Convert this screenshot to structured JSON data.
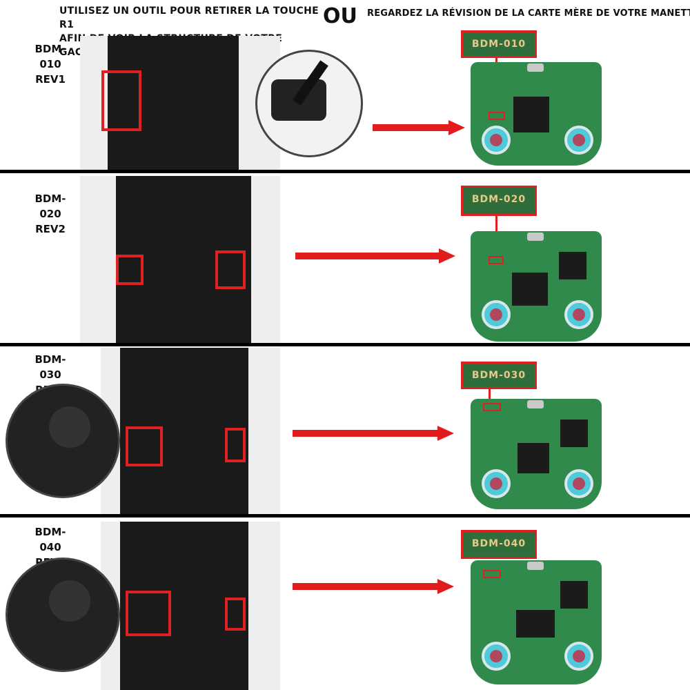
{
  "header": {
    "left_line1": "UTILISEZ UN OUTIL POUR RETIRER LA TOUCHE R1",
    "left_line2": "AFIN DE VOIR LA STRUCTURE DE VOTRE GACHETTE",
    "or": "OU",
    "right": "REGARDEZ LA RÉVISION DE LA CARTE MÈRE DE VOTRE MANETTE"
  },
  "rows": [
    {
      "model": "BDM-010",
      "rev": "REV1",
      "board_label": "BDM-010"
    },
    {
      "model": "BDM-020",
      "rev": "REV2",
      "board_label": "BDM-020"
    },
    {
      "model": "BDM-030",
      "rev": "REV3",
      "board_label": "BDM-030"
    },
    {
      "model": "BDM-040",
      "rev": "REV4",
      "board_label": "BDM-040"
    }
  ],
  "colors": {
    "highlight": "#e02020",
    "arrow": "#e21c1c",
    "pcb": "#2f8a4b"
  }
}
